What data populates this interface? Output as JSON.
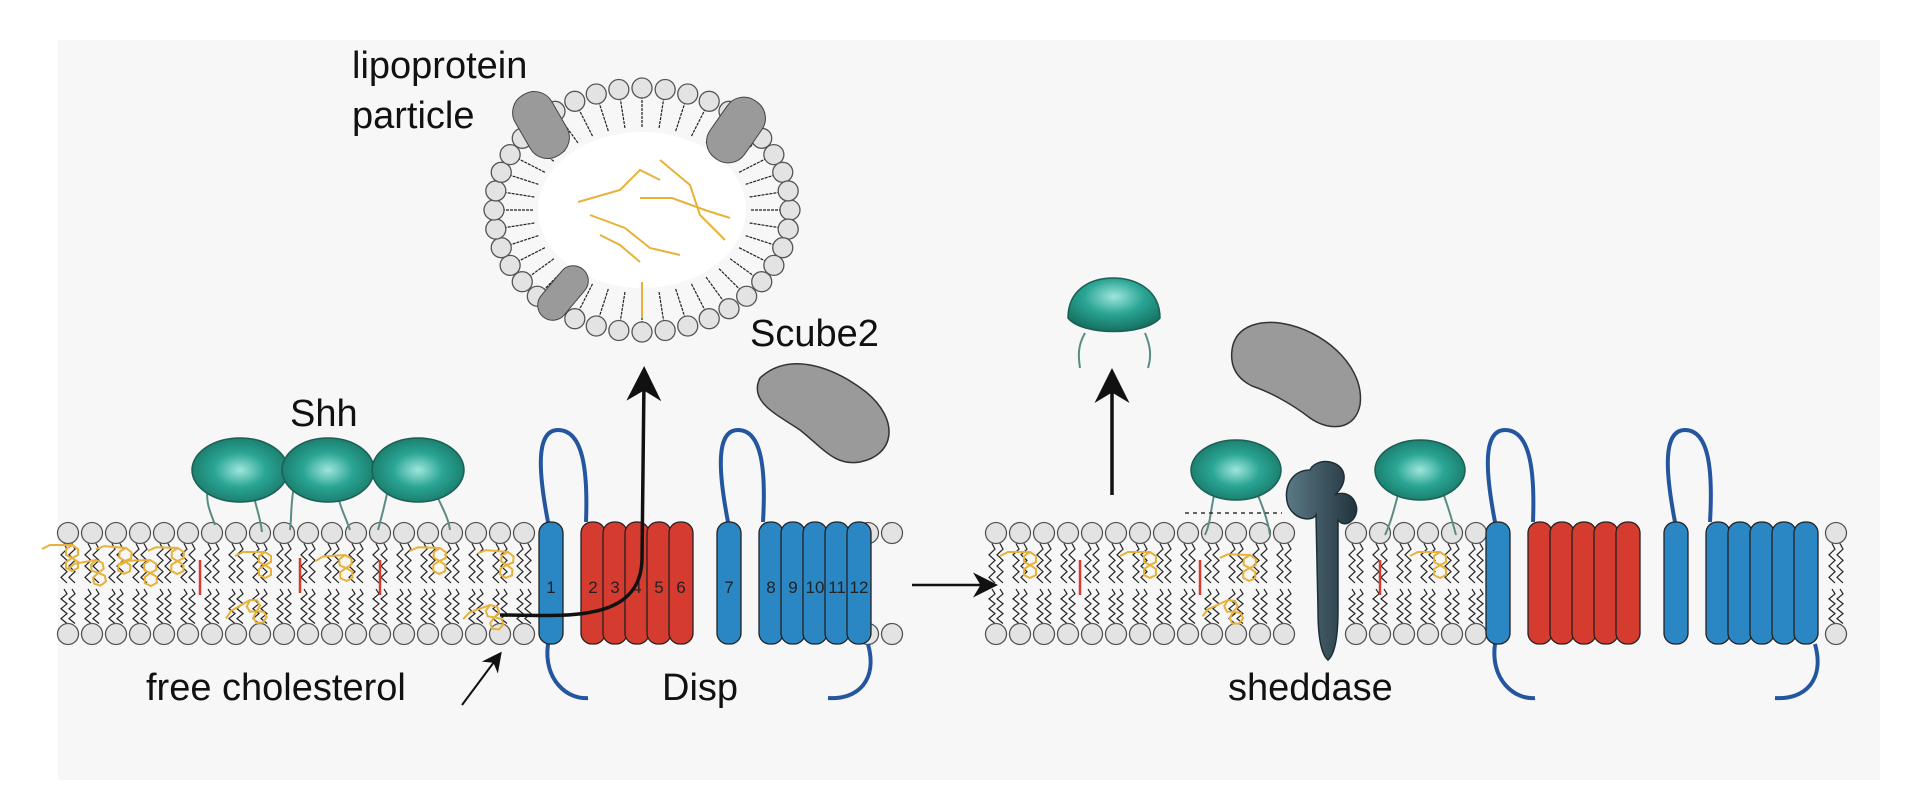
{
  "labels": {
    "lipoprotein_line1": "lipoprotein",
    "lipoprotein_line2": "particle",
    "shh": "Shh",
    "scube2": "Scube2",
    "free_cholesterol": "free cholesterol",
    "disp": "Disp",
    "sheddase": "sheddase"
  },
  "tm_numbers": [
    "1",
    "2",
    "3",
    "4",
    "5",
    "6",
    "7",
    "8",
    "9",
    "10",
    "11",
    "12"
  ],
  "colors": {
    "background": "#f7f7f7",
    "lipid_head": "#e3e3e3",
    "lipid_outline": "#555555",
    "cholesterol": "#e8b23a",
    "shh": "#2aa595",
    "shh_dark": "#1b7d70",
    "helix_red": "#d63b2f",
    "helix_blue": "#2b86c4",
    "loop_blue": "#2456a0",
    "scube2": "#9a9a9a",
    "sheddase": "#2e4652",
    "arrow": "#111111"
  }
}
